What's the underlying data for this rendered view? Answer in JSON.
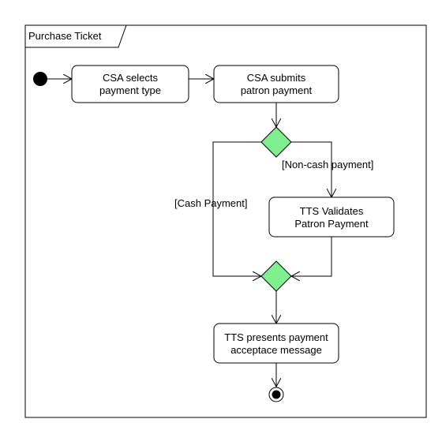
{
  "frame": {
    "title": "Purchase Ticket"
  },
  "nodes": {
    "select_type": {
      "line1": "CSA selects",
      "line2": "payment type"
    },
    "submit_payment": {
      "line1": "CSA submits",
      "line2": "patron payment"
    },
    "validate": {
      "line1": "TTS Validates",
      "line2": "Patron Payment"
    },
    "present_message": {
      "line1": "TTS presents payment",
      "line2": "acceptace message"
    }
  },
  "guards": {
    "non_cash": "[Non-cash payment]",
    "cash": "[Cash Payment]"
  },
  "colors": {
    "decision_fill": "#7fef8f",
    "stroke": "#000000"
  }
}
